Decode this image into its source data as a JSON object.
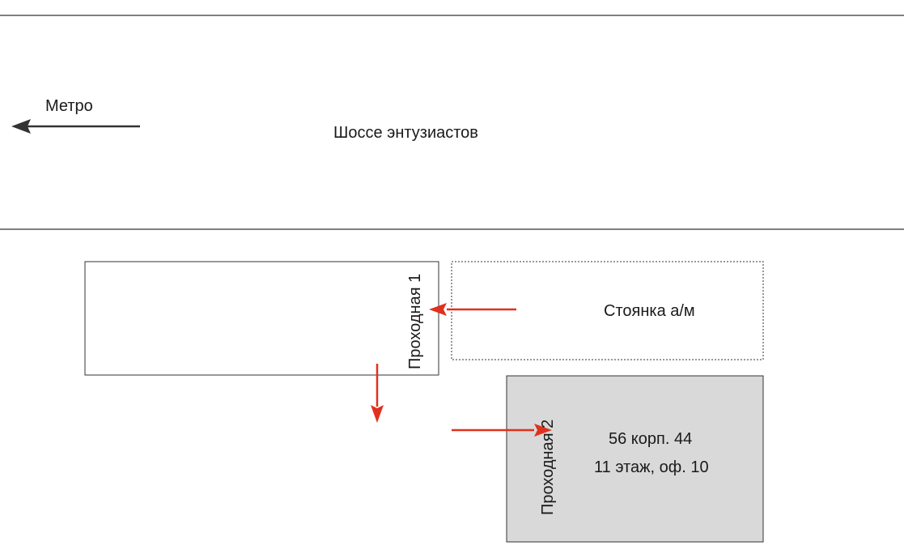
{
  "labels": {
    "metro": "Метро",
    "highway": "Шоссе энтузиастов",
    "checkpoint_1": "Проходная 1",
    "parking": "Стоянка а/м",
    "checkpoint_2": "Проходная 2",
    "address_line_1": "56 корп. 44",
    "address_line_2": "11 этаж, оф. 10"
  },
  "colors": {
    "route_arrow": "#e0311e",
    "metro_arrow": "#333333",
    "road_line": "#333333",
    "building_outline": "#333333",
    "target_building_fill": "#d9d9d9"
  }
}
